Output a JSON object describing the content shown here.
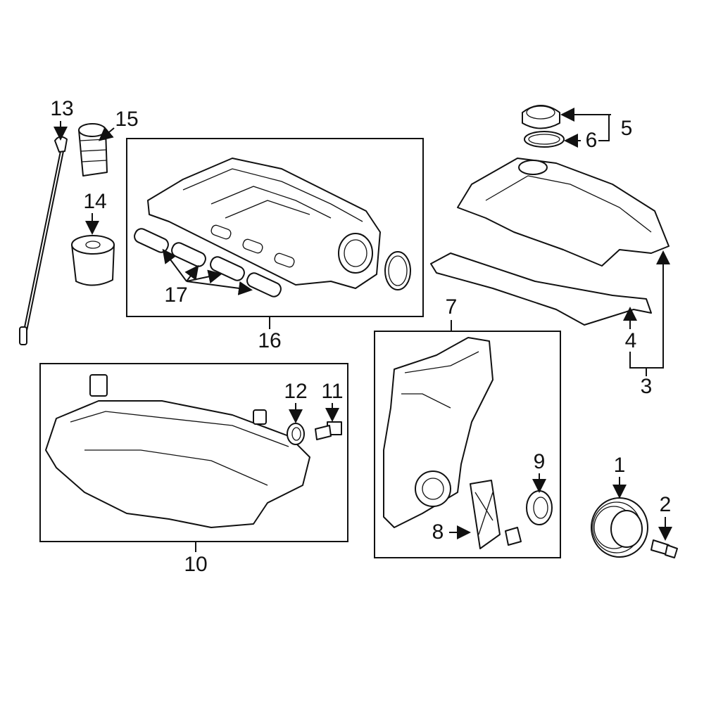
{
  "diagram": {
    "callouts": [
      {
        "id": "c1",
        "text": "1"
      },
      {
        "id": "c2",
        "text": "2"
      },
      {
        "id": "c3",
        "text": "3"
      },
      {
        "id": "c4",
        "text": "4"
      },
      {
        "id": "c5",
        "text": "5"
      },
      {
        "id": "c6",
        "text": "6"
      },
      {
        "id": "c7",
        "text": "7"
      },
      {
        "id": "c8",
        "text": "8"
      },
      {
        "id": "c9",
        "text": "9"
      },
      {
        "id": "c10",
        "text": "10"
      },
      {
        "id": "c11",
        "text": "11"
      },
      {
        "id": "c12",
        "text": "12"
      },
      {
        "id": "c13",
        "text": "13"
      },
      {
        "id": "c14",
        "text": "14"
      },
      {
        "id": "c15",
        "text": "15"
      },
      {
        "id": "c16",
        "text": "16"
      },
      {
        "id": "c17",
        "text": "17"
      }
    ],
    "line_color": "#111111"
  }
}
